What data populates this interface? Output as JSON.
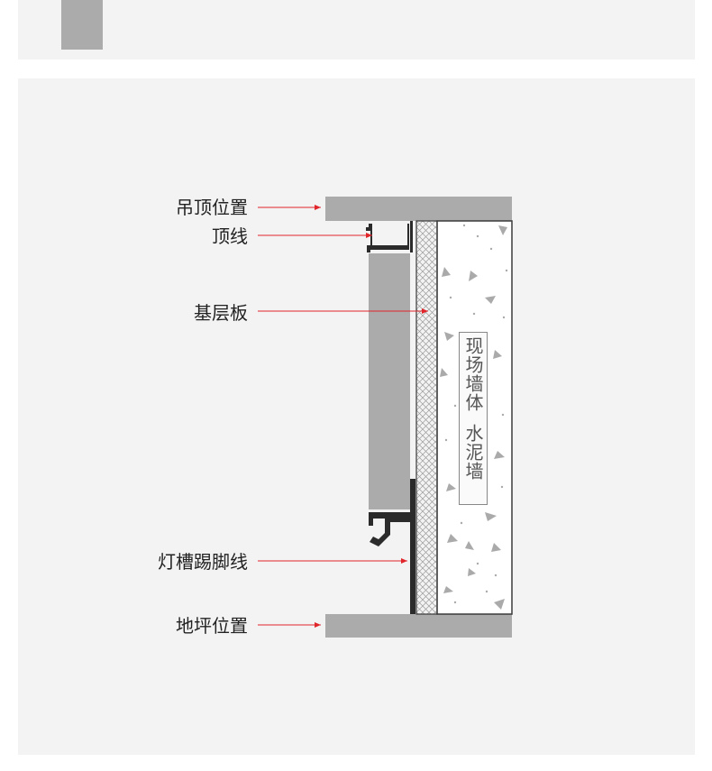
{
  "labels": {
    "ceiling": "吊顶位置",
    "top_line": "顶线",
    "base_board": "基层板",
    "skirting": "灯槽踢脚线",
    "floor": "地坪位置"
  },
  "wall_label": {
    "line1": "现场墙体",
    "line2": "水泥墙"
  },
  "colors": {
    "arrow": "#e0262b",
    "slab": "#ababab",
    "panel": "#f3f3f3"
  }
}
